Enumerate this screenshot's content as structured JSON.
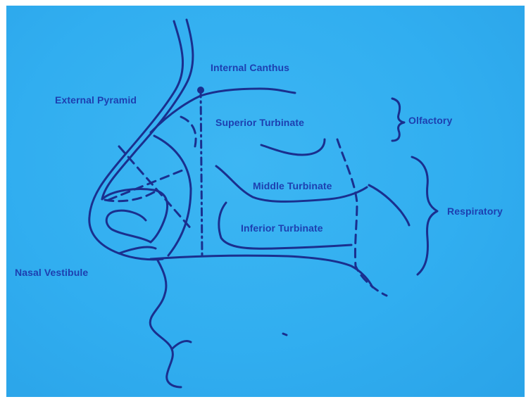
{
  "labels": {
    "internal_canthus": "Internal Canthus",
    "external_pyramid": "External Pyramid",
    "superior_turbinate": "Superior Turbinate",
    "olfactory": "Olfactory",
    "middle_turbinate": "Middle Turbinate",
    "respiratory": "Respiratory",
    "inferior_turbinate": "Inferior Turbinate",
    "nasal_vestibule": "Nasal Vestibule"
  },
  "colors": {
    "background": "#33b0f0",
    "ink": "#1a2f8e",
    "label": "#1d3fb0",
    "frame": "#ffffff"
  }
}
